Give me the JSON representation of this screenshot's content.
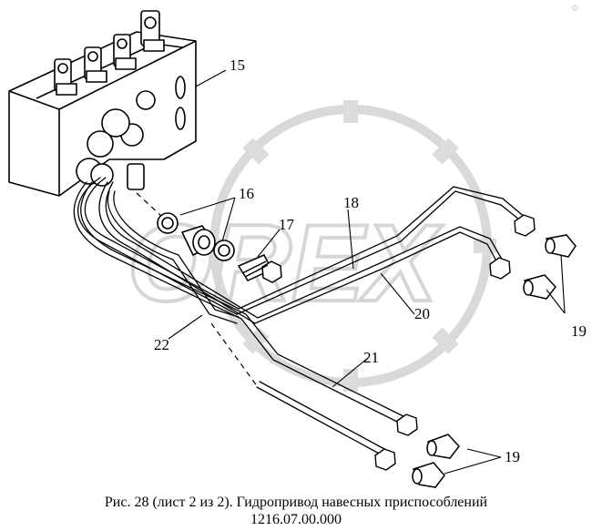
{
  "watermark": {
    "text": "OREX",
    "corner_mark": "©"
  },
  "callouts": {
    "c15": "15",
    "c16": "16",
    "c17": "17",
    "c18": "18",
    "c19a": "19",
    "c19b": "19",
    "c20": "20",
    "c21": "21",
    "c22": "22"
  },
  "caption": {
    "line1": "Рис. 28 (лист 2 из 2). Гидропривод навесных приспособлений",
    "line2": "1216.07.00.000"
  }
}
